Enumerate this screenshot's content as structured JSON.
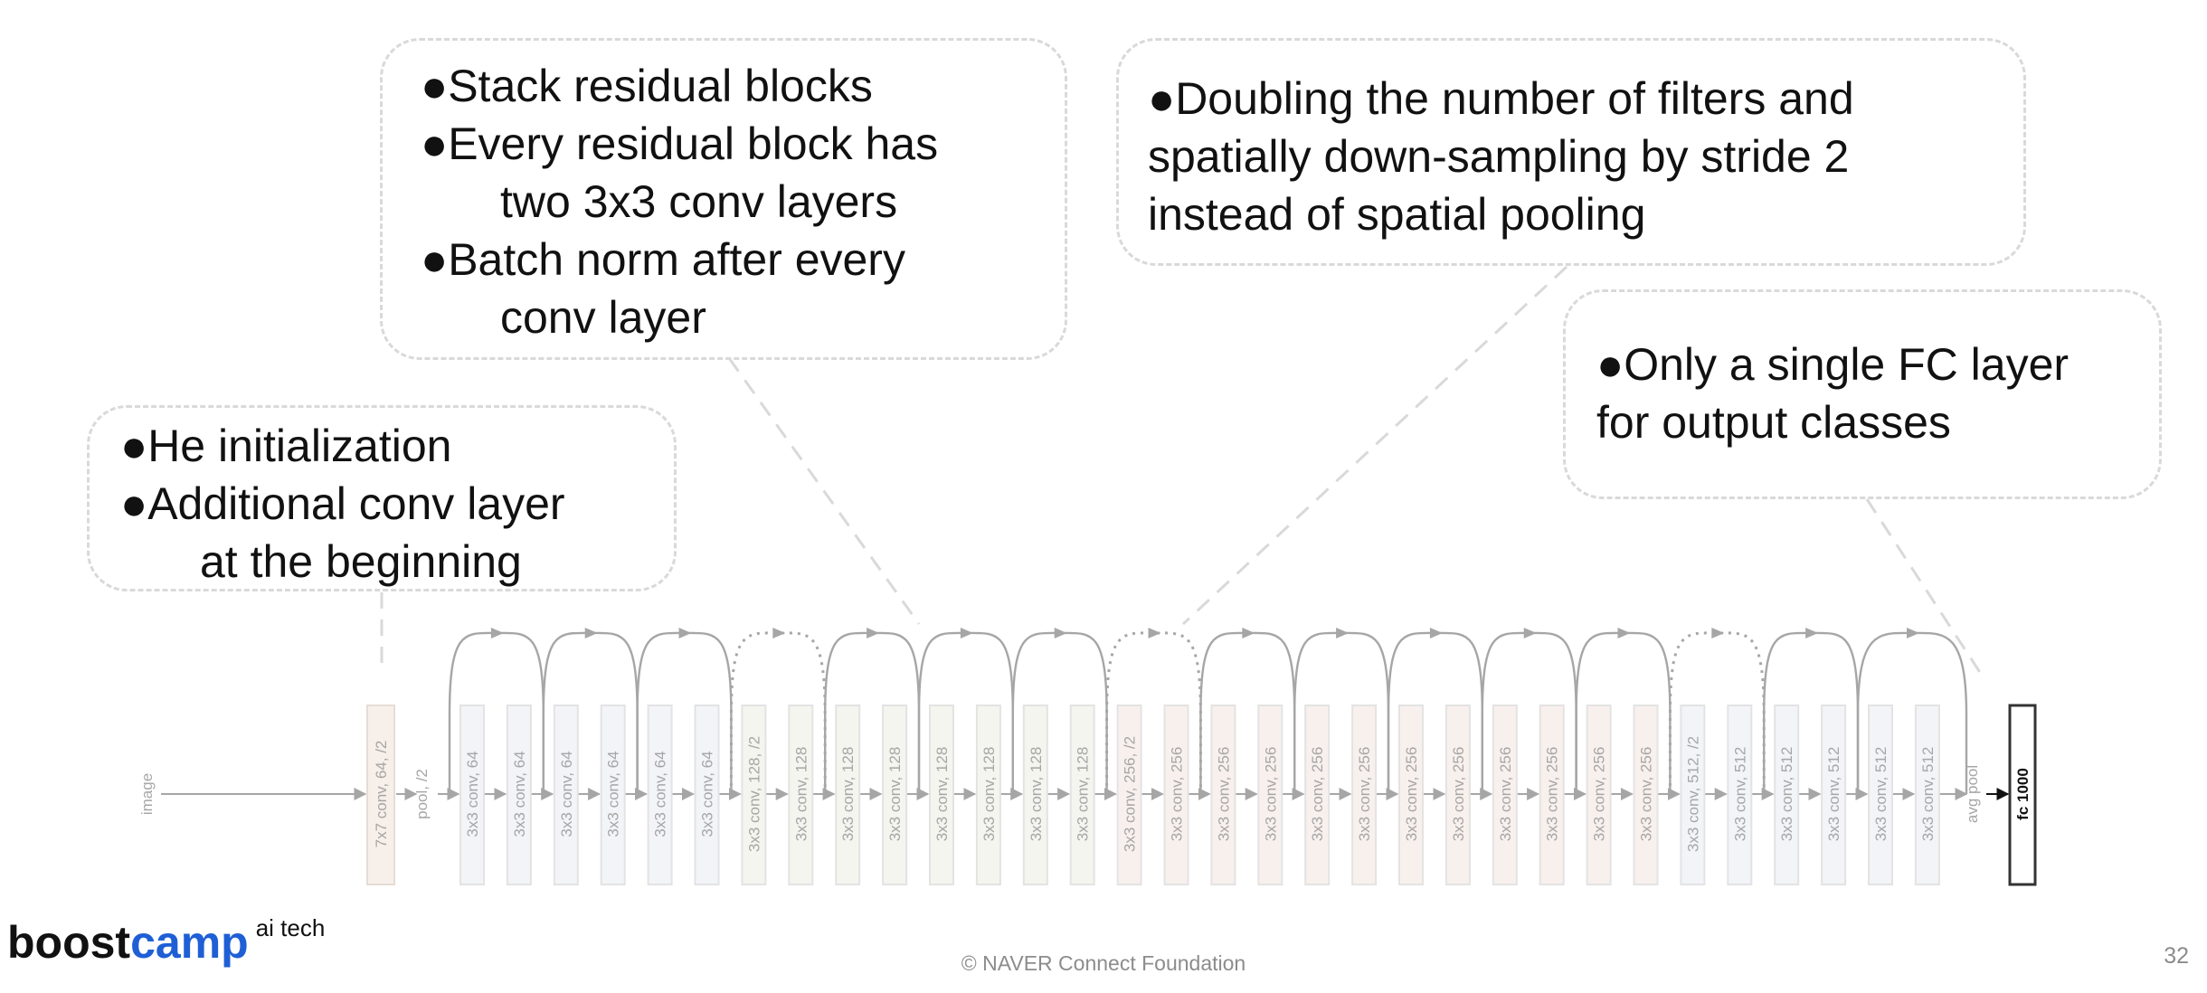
{
  "callouts": {
    "init": {
      "lines": [
        "●He initialization",
        "●Additional conv layer",
        "at the beginning"
      ]
    },
    "residual": {
      "lines": [
        "●Stack residual blocks",
        "●Every residual block has",
        "two 3x3 conv layers",
        "●Batch norm after every",
        "conv layer"
      ]
    },
    "doubling": {
      "lines": [
        "●Doubling the number of filters and",
        "spatially down-sampling by stride 2",
        "instead of spatial pooling"
      ]
    },
    "fc": {
      "lines": [
        "●Only a single FC layer",
        "for output classes"
      ]
    }
  },
  "network": {
    "input_label": "image",
    "first_layer": "7x7 conv, 64, /2",
    "pool_label": "pool, /2",
    "conv_layers": [
      "3x3 conv, 64",
      "3x3 conv, 64",
      "3x3 conv, 64",
      "3x3 conv, 64",
      "3x3 conv, 64",
      "3x3 conv, 64",
      "3x3 conv, 128, /2",
      "3x3 conv, 128",
      "3x3 conv, 128",
      "3x3 conv, 128",
      "3x3 conv, 128",
      "3x3 conv, 128",
      "3x3 conv, 128",
      "3x3 conv, 128",
      "3x3 conv, 256, /2",
      "3x3 conv, 256",
      "3x3 conv, 256",
      "3x3 conv, 256",
      "3x3 conv, 256",
      "3x3 conv, 256",
      "3x3 conv, 256",
      "3x3 conv, 256",
      "3x3 conv, 256",
      "3x3 conv, 256",
      "3x3 conv, 256",
      "3x3 conv, 256",
      "3x3 conv, 512, /2",
      "3x3 conv, 512",
      "3x3 conv, 512",
      "3x3 conv, 512",
      "3x3 conv, 512",
      "3x3 conv, 512"
    ],
    "avgpool_label": "avg pool",
    "fc_label": "fc 1000",
    "stage_fill_colors": {
      "first": "#f7efe9",
      "stage64": "#f3f4f8",
      "stage128": "#f3f5ee",
      "stage256": "#f8f0ed",
      "stage512": "#f2f4f7"
    },
    "line_color": "#a6a6a6",
    "dotted_shortcut_blocks": [
      3,
      7,
      13
    ]
  },
  "logo": {
    "boost": "boost",
    "camp": "camp",
    "suffix": "ai tech"
  },
  "footer": "© NAVER Connect Foundation",
  "page_number": "32"
}
